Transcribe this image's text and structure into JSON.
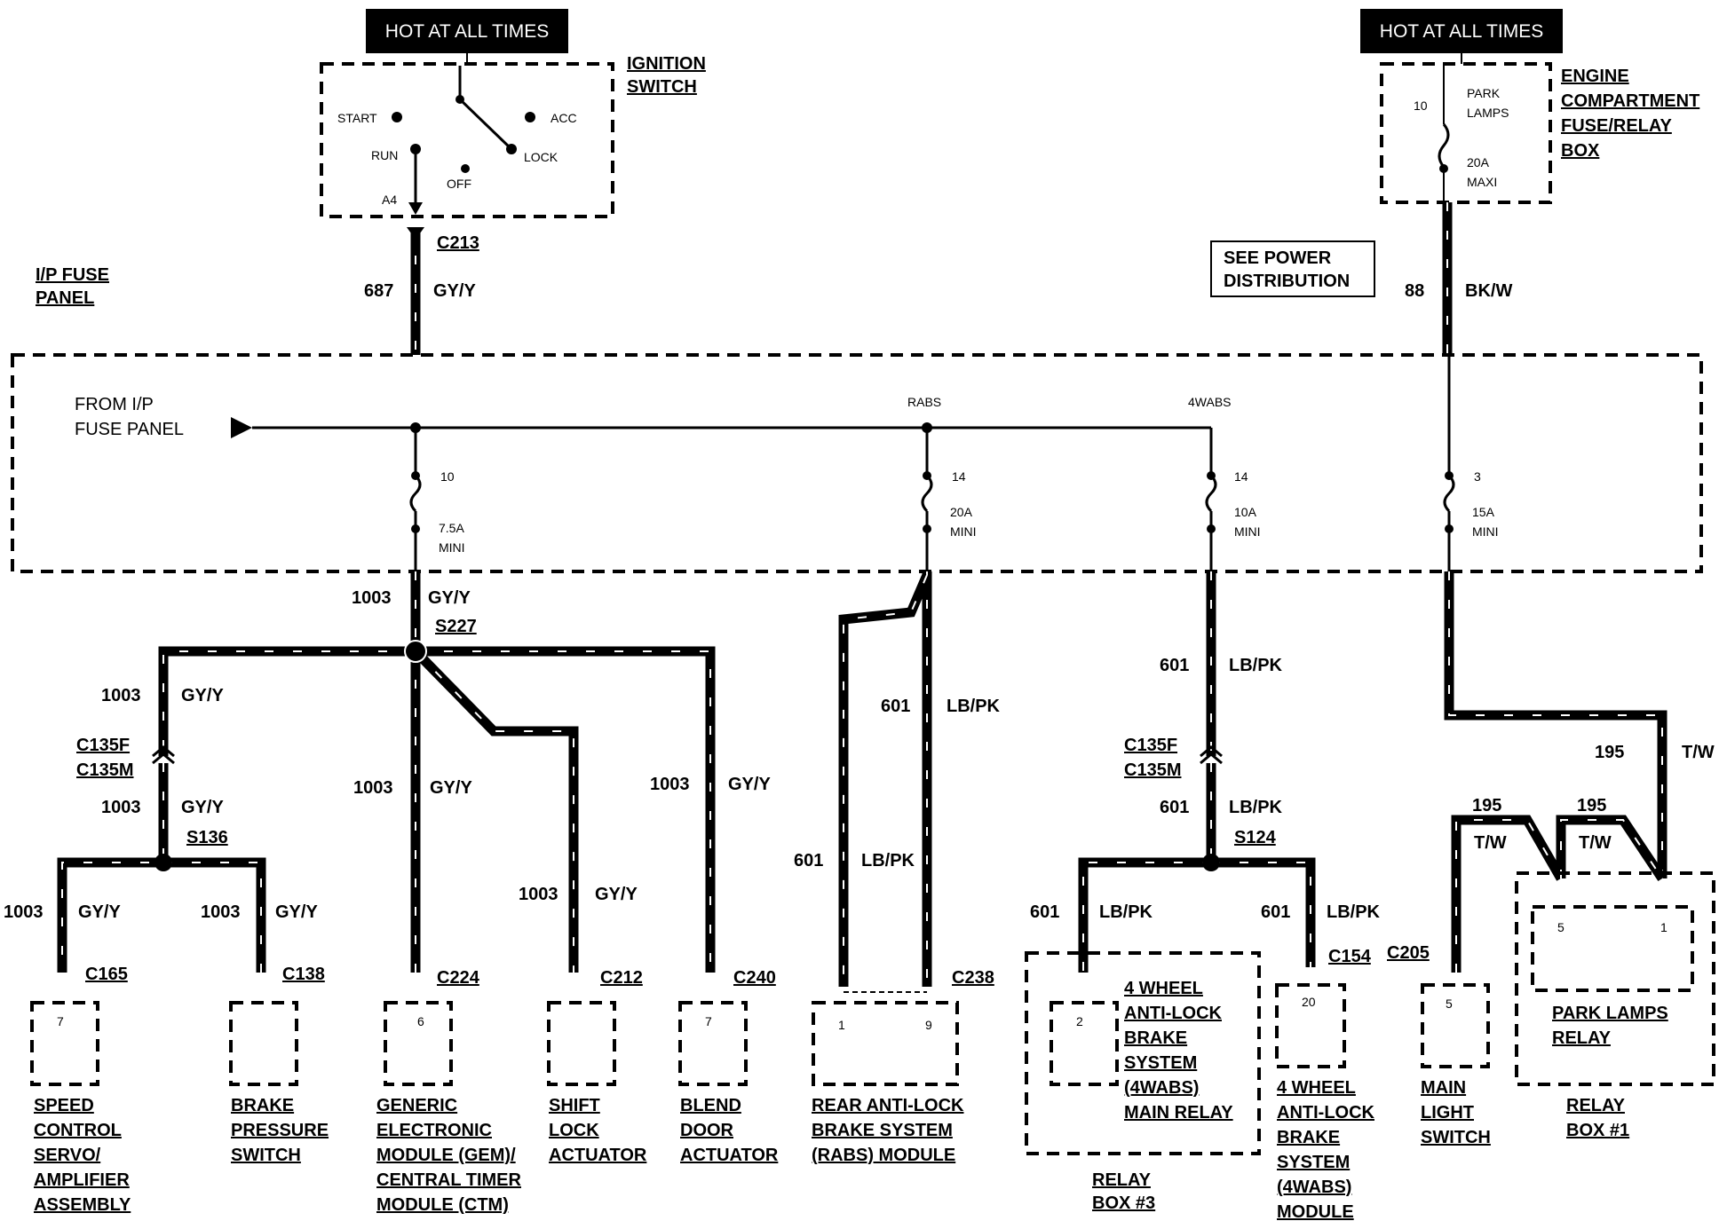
{
  "hot_at_all_times": "HOT AT ALL TIMES",
  "ignition_switch": {
    "title_line1": "IGNITION",
    "title_line2": "SWITCH",
    "start": "START",
    "acc": "ACC",
    "run": "RUN",
    "lock": "LOCK",
    "off": "OFF",
    "pin": "A4"
  },
  "fuse_relay_box": {
    "line1": "ENGINE",
    "line2": "COMPARTMENT",
    "line3": "FUSE/RELAY",
    "line4": "BOX",
    "fuse_num": "10",
    "fuse_name1": "PARK",
    "fuse_name2": "LAMPS",
    "rating1": "20A",
    "rating2": "MAXI"
  },
  "see_power": {
    "line1": "SEE POWER",
    "line2": "DISTRIBUTION"
  },
  "ip_fuse_panel": {
    "line1": "I/P FUSE",
    "line2": "PANEL",
    "from_line1": "FROM I/P",
    "from_line2": "FUSE PANEL",
    "rabs": "RABS",
    "wabs": "4WABS"
  },
  "fuses": [
    {
      "num": "10",
      "rating": "7.5A",
      "type": "MINI"
    },
    {
      "num": "14",
      "rating": "20A",
      "type": "MINI"
    },
    {
      "num": "14",
      "rating": "10A",
      "type": "MINI"
    },
    {
      "num": "3",
      "rating": "15A",
      "type": "MINI"
    }
  ],
  "connectors": {
    "c213": "C213",
    "s227": "S227",
    "c135f": "C135F",
    "c135m": "C135M",
    "s136": "S136",
    "c165": "C165",
    "c138": "C138",
    "c224": "C224",
    "c212": "C212",
    "c240": "C240",
    "c238": "C238",
    "s124": "S124",
    "c154": "C154",
    "c205": "C205"
  },
  "wires": {
    "c687": "687",
    "gyy": "GY/Y",
    "c88": "88",
    "bkw": "BK/W",
    "c1003": "1003",
    "c601": "601",
    "lbpk": "LB/PK",
    "c195": "195",
    "tw": "T/W"
  },
  "pins": {
    "speed": "7",
    "gem": "6",
    "blend": "7",
    "rabs1": "1",
    "rabs2": "9",
    "relay3": "2",
    "wabs_mod": "20",
    "mls": "5",
    "plr1": "5",
    "plr2": "1"
  },
  "components": {
    "speed": [
      "SPEED",
      "CONTROL",
      "SERVO/",
      "AMPLIFIER",
      "ASSEMBLY"
    ],
    "brake": [
      "BRAKE",
      "PRESSURE",
      "SWITCH"
    ],
    "gem": [
      "GENERIC",
      "ELECTRONIC",
      "MODULE (GEM)/",
      "CENTRAL TIMER",
      "MODULE (CTM)"
    ],
    "shift": [
      "SHIFT",
      "LOCK",
      "ACTUATOR"
    ],
    "blend": [
      "BLEND",
      "DOOR",
      "ACTUATOR"
    ],
    "rabs": [
      "REAR ANTI-LOCK",
      "BRAKE SYSTEM",
      "(RABS) MODULE"
    ],
    "relay": [
      "4 WHEEL",
      "ANTI-LOCK",
      "BRAKE",
      "SYSTEM",
      "(4WABS)",
      "MAIN RELAY"
    ],
    "relay_box3": [
      "RELAY",
      "BOX #3"
    ],
    "wabs_module": [
      "4 WHEEL",
      "ANTI-LOCK",
      "BRAKE",
      "SYSTEM",
      "(4WABS)",
      "MODULE"
    ],
    "main_light": [
      "MAIN",
      "LIGHT",
      "SWITCH"
    ],
    "park_relay": [
      "PARK LAMPS",
      "RELAY"
    ],
    "relay_box1": [
      "RELAY",
      "BOX #1"
    ]
  }
}
